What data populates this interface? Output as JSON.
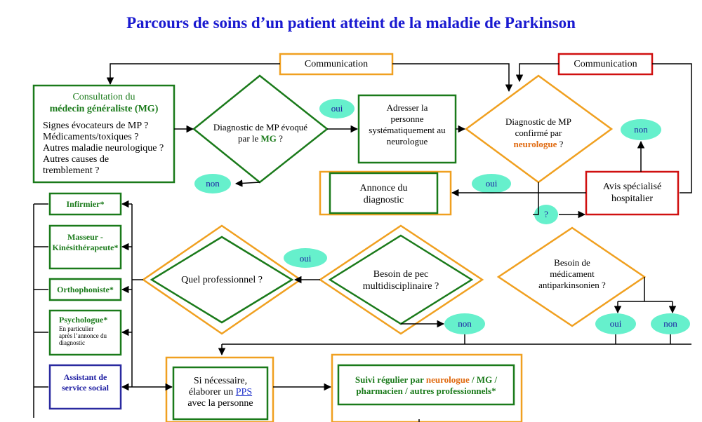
{
  "title": "Parcours de soins d’un patient atteint de la maladie de Parkinson",
  "communication_1": "Communication",
  "communication_2": "Communication",
  "consultation": {
    "line1": "Consultation du",
    "line2": "médecin généraliste (MG)",
    "q1": "Signes évocateurs de MP ?",
    "q2": "Médicaments/toxiques ?",
    "q3": "Autres maladie neurologique ?",
    "q4": "Autres causes de",
    "q5": "tremblement ?"
  },
  "diag_evoque": {
    "line1": "Diagnostic de MP évoqué",
    "line2_pre": "par le ",
    "line2_mg": "MG",
    "line2_post": " ?"
  },
  "adresser": {
    "line1": "Adresser  la",
    "line2": "personne",
    "line3": "systématiquement au",
    "line4": "neurologue"
  },
  "diag_confirme": {
    "line1": "Diagnostic de MP",
    "line2": "confirmé par",
    "line3_neuro": "neurologue",
    "line3_post": " ?"
  },
  "annonce": {
    "line1": "Annonce du",
    "line2": "diagnostic"
  },
  "avis": {
    "line1": "Avis spécialisé",
    "line2": "hospitalier"
  },
  "quel_pro": "Quel professionnel ?",
  "besoin_pec": {
    "line1": "Besoin de pec",
    "line2": "multidisciplinaire ?"
  },
  "besoin_med": {
    "line1": "Besoin de",
    "line2": "médicament",
    "line3": "antiparkinsonien ?"
  },
  "professionals": {
    "infirmier": "Infirmier*",
    "masseur_1": "Masseur -",
    "masseur_2": "Kinésithérapeute*",
    "orthophoniste": "Orthophoniste*",
    "psychologue": "Psychologue*",
    "psy_note_1": "En particulier",
    "psy_note_2": "après l’annonce du",
    "psy_note_3": "diagnostic",
    "assistant_1": "Assistant de",
    "assistant_2": "service social"
  },
  "pps": {
    "line1": "Si nécessaire,",
    "line2_pre": "élaborer un ",
    "line2_link": "PPS",
    "line3": "avec la personne"
  },
  "suivi": {
    "line1_pre": "Suivi régulier par ",
    "neurologue": "neurologue",
    "sep1": " / ",
    "mg": "MG",
    "sep2": " /",
    "line2": "pharmacien / autres professionnels*"
  },
  "ovals": {
    "oui_1": "oui",
    "non_1": "non",
    "oui_2": "oui",
    "q": "?",
    "non_2": "non",
    "oui_3": "oui",
    "non_3": "non",
    "oui_4": "oui",
    "non_4": "non"
  },
  "colors": {
    "green": "#1a7a1a",
    "orange": "#f0a020",
    "red": "#d01010",
    "blue": "#2a2aa0",
    "oval": "#66f0cc",
    "title": "#1a1ad0"
  }
}
